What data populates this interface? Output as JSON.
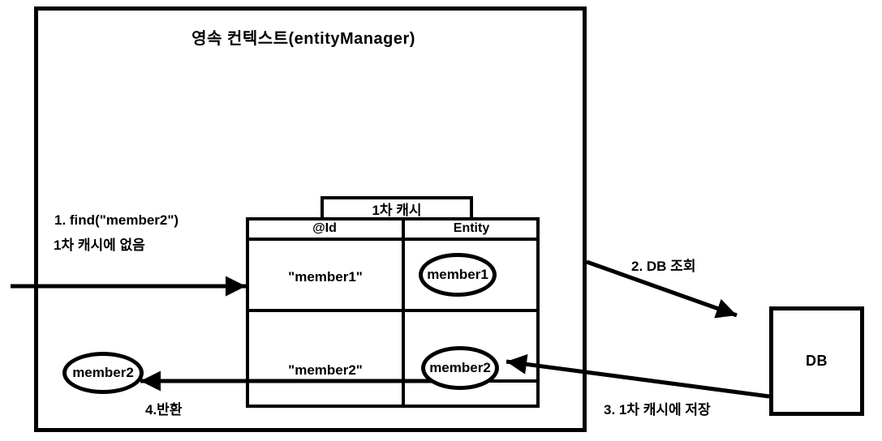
{
  "colors": {
    "ink": "#000000",
    "background": "#ffffff"
  },
  "persistence_context": {
    "title": "영속 컨텍스트(entityManager)"
  },
  "cache": {
    "title": "1차 캐시",
    "columns": {
      "id": "@Id",
      "entity": "Entity"
    },
    "rows": [
      {
        "id": "\"member1\"",
        "entity": "member1"
      },
      {
        "id": "\"member2\"",
        "entity": "member2"
      }
    ]
  },
  "db": {
    "label": "DB"
  },
  "result": {
    "label": "member2"
  },
  "steps": {
    "find": {
      "label": "1. find(\"member2\")",
      "note": "1차 캐시에 없음"
    },
    "db_lookup": {
      "label": "2. DB 조회"
    },
    "store_cache": {
      "label": "3. 1차 캐시에 저장"
    },
    "return": {
      "label": "4.반환"
    }
  }
}
